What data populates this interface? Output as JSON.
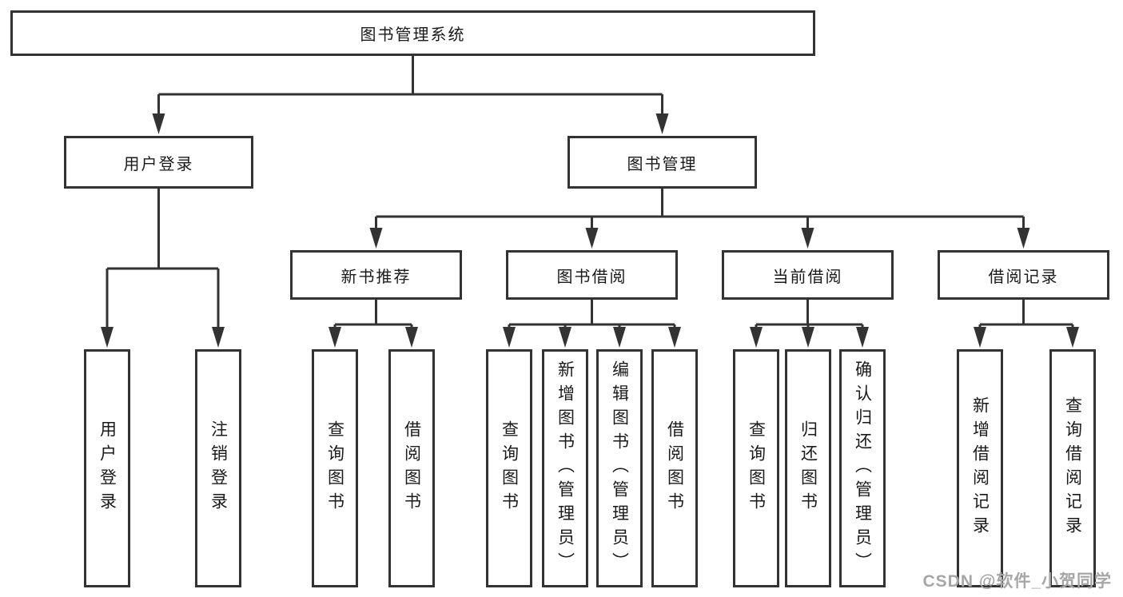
{
  "diagram": {
    "root": {
      "label": "图书管理系统"
    },
    "level2": [
      {
        "label": "用户登录"
      },
      {
        "label": "图书管理"
      }
    ],
    "level3": [
      {
        "label": "新书推荐"
      },
      {
        "label": "图书借阅"
      },
      {
        "label": "当前借阅"
      },
      {
        "label": "借阅记录"
      }
    ],
    "leaves": {
      "login": [
        "用户登录",
        "注销登录"
      ],
      "recommend": [
        "查询图书",
        "借阅图书"
      ],
      "borrow": [
        "查询图书",
        "新增图书（管理员）",
        "编辑图书（管理员）",
        "借阅图书"
      ],
      "current": [
        "查询图书",
        "归还图书",
        "确认归还（管理员）"
      ],
      "records": [
        "新增借阅记录",
        "查询借阅记录"
      ]
    }
  },
  "watermark": "CSDN @软件_小贺同学",
  "colors": {
    "line": "#333333",
    "text": "#1a1a1a",
    "wm": "#a6a6a6",
    "background": "#ffffff"
  }
}
